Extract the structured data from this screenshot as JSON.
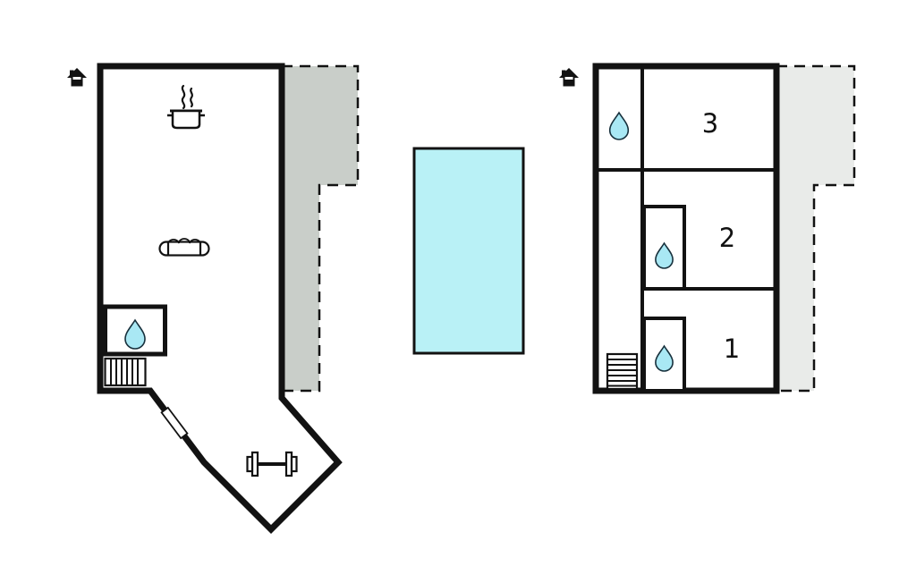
{
  "colors": {
    "wall": "#121212",
    "pool": "#b9f1f6",
    "terrace_ground": "#c9cec9",
    "terrace_upper": "#e9ebe9",
    "water_drop": "#a9e8f4",
    "label": "#121212"
  },
  "ground_floor": {
    "entrance_icon": "house-icon",
    "kitchen_icon": "pot-with-steam-icon",
    "living_icon": "sofa-icon",
    "bathroom_icon": "water-drop-icon",
    "stairs_icon": "stairs-icon",
    "door_icon": "door-icon",
    "gym_icon": "dumbbell-icon",
    "terrace": "shaded-dashed-terrace"
  },
  "upper_floor": {
    "entrance_icon": "house-icon",
    "bathroom_icon": "water-drop-icon",
    "stairs_icon": "stairs-icon",
    "terrace": "shaded-dashed-terrace",
    "rooms": [
      {
        "label": "3"
      },
      {
        "label": "2"
      },
      {
        "label": "1"
      }
    ]
  },
  "pool": {
    "name": "swimming-pool"
  }
}
